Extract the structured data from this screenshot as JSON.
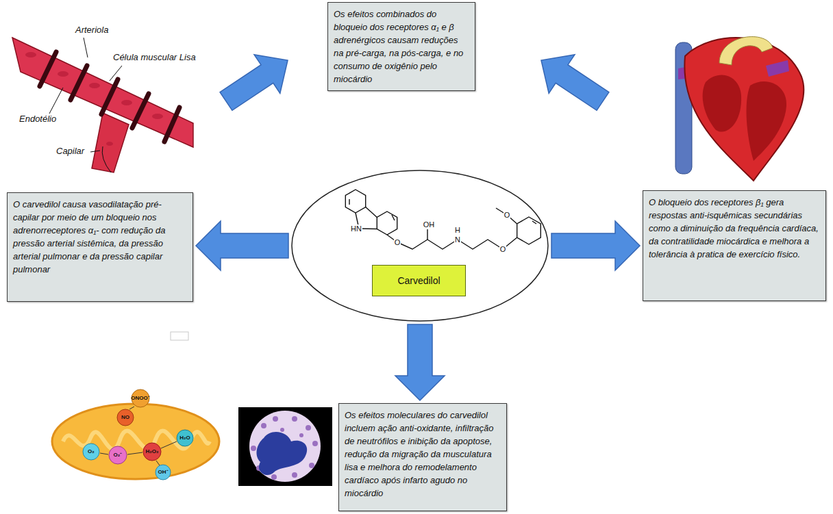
{
  "diagram": {
    "nodes": [
      {
        "text": [
          "Os efeitos combinados do bloqueio dos receptores α₁ e β adrenérgicos causam reduções na pré-carga, na pós-carga, e no consumo de oxigênio pelo miocárdio"
        ]
      },
      {
        "text": [
          "O carvedilol causa vasodilatação pré-capilar por meio de um bloqueio nos adrenorreceptores α₁- com redução da pressão arterial sistêmica, da pressão arterial pulmonar e da pressão capilar pulmonar"
        ]
      },
      {
        "text": []
      },
      {
        "text": [
          "Carvedilol"
        ],
        "in": 2
      },
      {
        "text": [
          "O bloqueio dos receptores β₁ gera respostas anti-isquêmicas secundárias como a diminuição da frequência cardíaca, da contratilidade miocárdica e melhora a tolerância à pratica de exercício físico."
        ]
      },
      {
        "text": [
          "Os efeitos moleculares do carvedilol incluem ação anti-oxidante, infiltração de neutrófilos e inibição da apoptose, redução da migração da musculatura lisa e melhora do remodelamento cardíaco após infarto agudo no miocárdio"
        ]
      }
    ],
    "edges": [
      {
        "from": 2,
        "to": 1,
        "arrow": "to"
      },
      {
        "from": 2,
        "to": 4,
        "arrow": "to"
      },
      {
        "from": 2,
        "to": 5,
        "arrow": "to"
      }
    ],
    "labels": [
      "Arteriola",
      "Célula muscular Lisa",
      "Endotélio",
      "Capilar",
      "HN",
      "O",
      "OH",
      "H",
      "N",
      "O",
      "O",
      "ONOO⁻",
      "NO",
      "O₂",
      "O₂⁻",
      "H₂O₂",
      "H₂O",
      "OH⁻"
    ]
  }
}
